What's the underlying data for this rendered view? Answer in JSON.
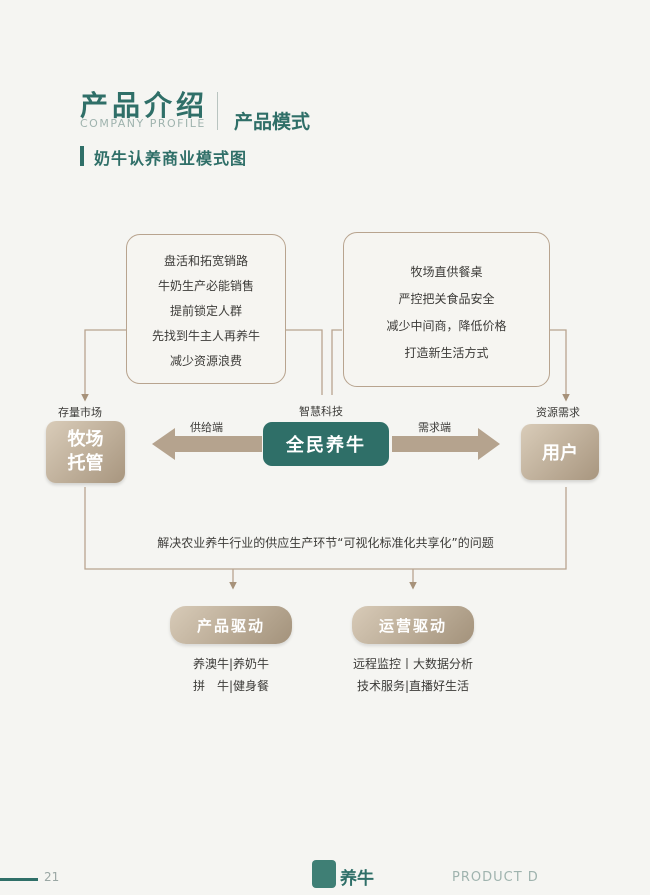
{
  "header": {
    "title": "产品介绍",
    "subtitle": "COMPANY PROFILE",
    "mode": "产品模式",
    "diagram_title": "奶牛认养商业模式图"
  },
  "left_box": {
    "lines": [
      "盘活和拓宽销路",
      "牛奶生产必能销售",
      "提前锁定人群",
      "先找到牛主人再养牛",
      "减少资源浪费"
    ]
  },
  "right_box": {
    "lines": [
      "牧场直供餐桌",
      "严控把关食品安全",
      "减少中间商，降低价格",
      "打造新生活方式"
    ]
  },
  "labels": {
    "stock_market": "存量市场",
    "smart_tech": "智慧科技",
    "resource_demand": "资源需求",
    "supply_side": "供给端",
    "demand_side": "需求端"
  },
  "nodes": {
    "left": "牧场\n托管",
    "center": "全民养牛",
    "right": "用户"
  },
  "solution_text": "解决农业养牛行业的供应生产环节“可视化标准化共享化”的问题",
  "drivers": {
    "product": {
      "label": "产品驱动",
      "lines": [
        "养澳牛|养奶牛",
        "拼　牛|健身餐"
      ]
    },
    "operation": {
      "label": "运营驱动",
      "lines": [
        "远程监控丨大数据分析",
        "技术服务|直播好生活"
      ]
    }
  },
  "footer": {
    "page": "21",
    "logo": "养牛",
    "product": "PRODUCT D"
  },
  "colors": {
    "teal": "#2f6f68",
    "gold": "#b8a48f"
  }
}
